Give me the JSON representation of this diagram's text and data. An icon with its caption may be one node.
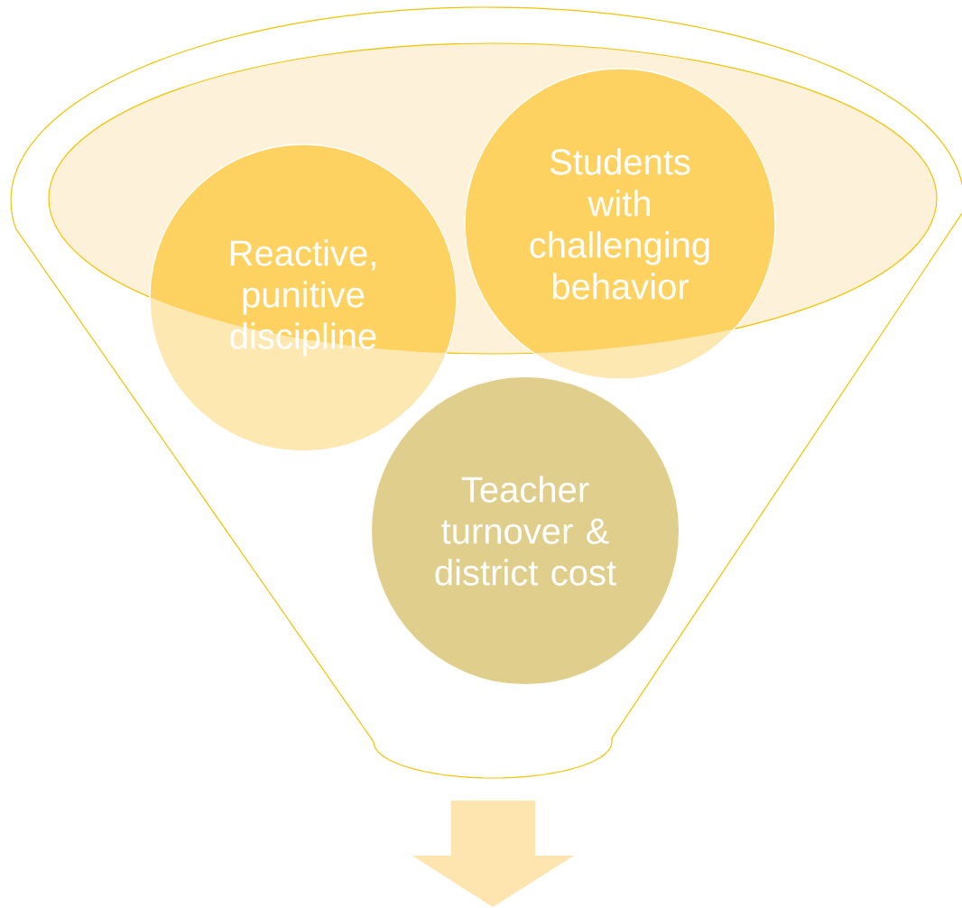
{
  "diagram": {
    "nodes": [
      {
        "text": [
          "Reactive, punitive discipline"
        ]
      },
      {
        "text": [
          "Students with challenging behavior"
        ]
      },
      {
        "text": [
          "Teacher turnover & district cost"
        ]
      }
    ]
  }
}
